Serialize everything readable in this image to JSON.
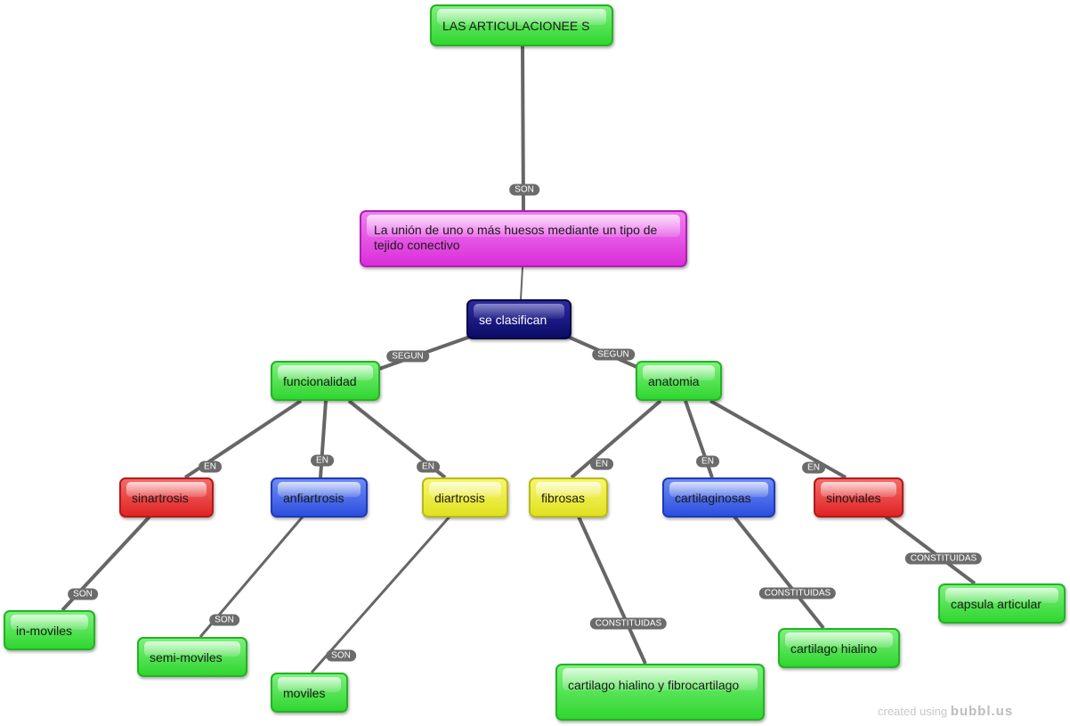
{
  "nodes": {
    "root": "LAS ARTICULACIONEE S",
    "definition": "La unión de uno o más huesos mediante un tipo de tejido conectivo",
    "classify": "se clasifican",
    "funcionalidad": "funcionalidad",
    "anatomia": "anatomia",
    "sinartrosis": "sinartrosis",
    "anfiartrosis": "anfiartrosis",
    "diartrosis": "diartrosis",
    "fibrosas": "fibrosas",
    "cartilaginosas": "cartilaginosas",
    "sinoviales": "sinoviales",
    "inmoviles": "in-moviles",
    "semimoviles": "semi-moviles",
    "moviles": "moviles",
    "hialino_fibro": "cartilago hialino y fibrocartilago",
    "hialino": "cartilago hialino",
    "capsula": "capsula articular"
  },
  "edge_labels": {
    "son": "SON",
    "segun": "SEGUN",
    "en": "EN",
    "constituidas": "CONSTITUIDAS"
  },
  "colors": {
    "green": "#2fd62f",
    "red": "#e02424",
    "blue": "#2c4fe0",
    "yellow": "#e1e11f",
    "magenta": "#d92ed9",
    "navy": "#0b0b66",
    "edge": "#666666",
    "label_bg": "#6b6b6b"
  },
  "credit": {
    "prefix": "created using",
    "brand": "bubbl.us"
  }
}
